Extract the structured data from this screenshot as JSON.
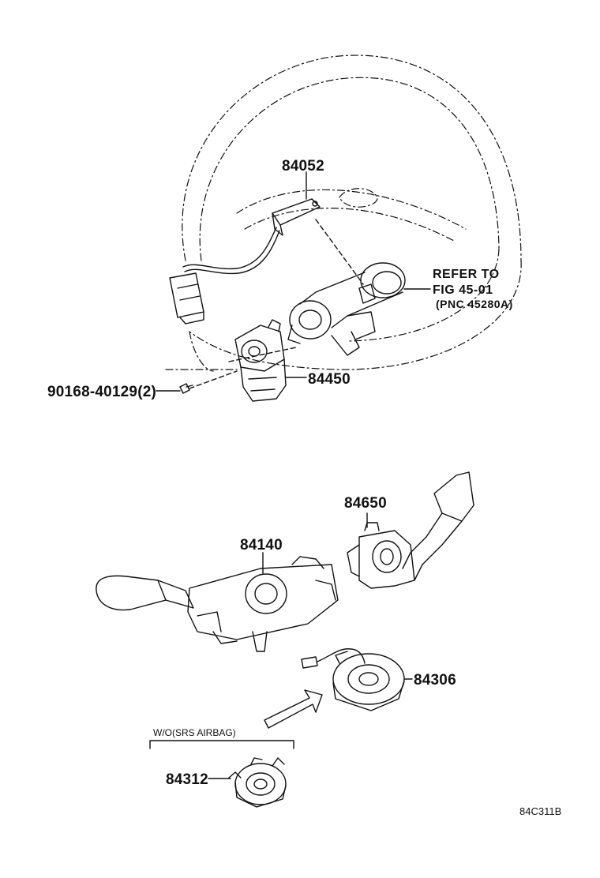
{
  "labels": {
    "part_84052": "84052",
    "part_84450": "84450",
    "bolt": "90168-40129(2)",
    "part_84650": "84650",
    "part_84140": "84140",
    "part_84306": "84306",
    "part_84312": "84312"
  },
  "refer": {
    "line1": "REFER TO",
    "line2": "FIG 45-01",
    "line3": "(PNC 45280A)"
  },
  "variant_label": "W/O(SRS AIRBAG)",
  "figure_code": "84C311B"
}
